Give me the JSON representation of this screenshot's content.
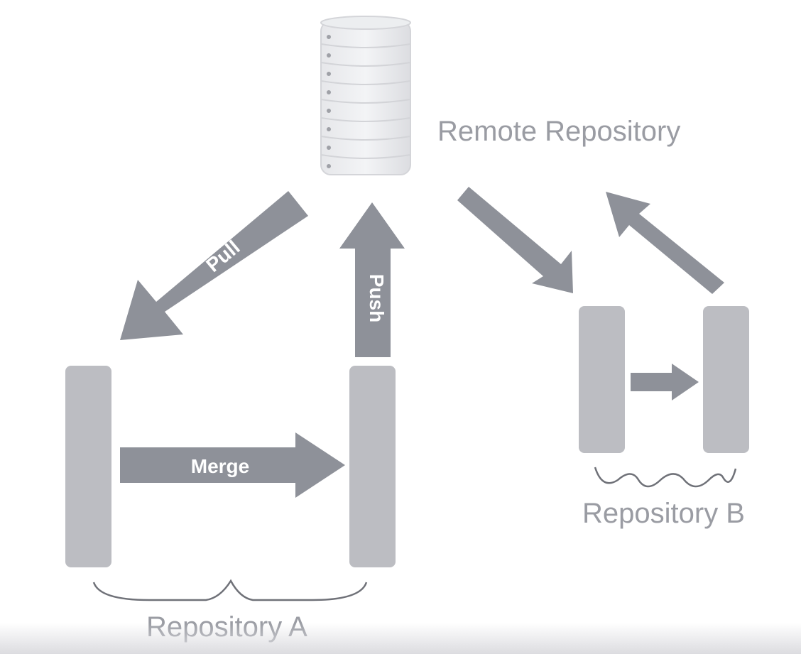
{
  "remote": {
    "label": "Remote Repository"
  },
  "repo_a": {
    "label": "Repository A"
  },
  "repo_b": {
    "label": "Repository B"
  },
  "arrows": {
    "pull": "Pull",
    "push": "Push",
    "merge": "Merge"
  },
  "colors": {
    "arrow": "#8e9199",
    "branch": "#bcbdc2",
    "label": "#9a9ca3",
    "brace": "#6f7178"
  }
}
